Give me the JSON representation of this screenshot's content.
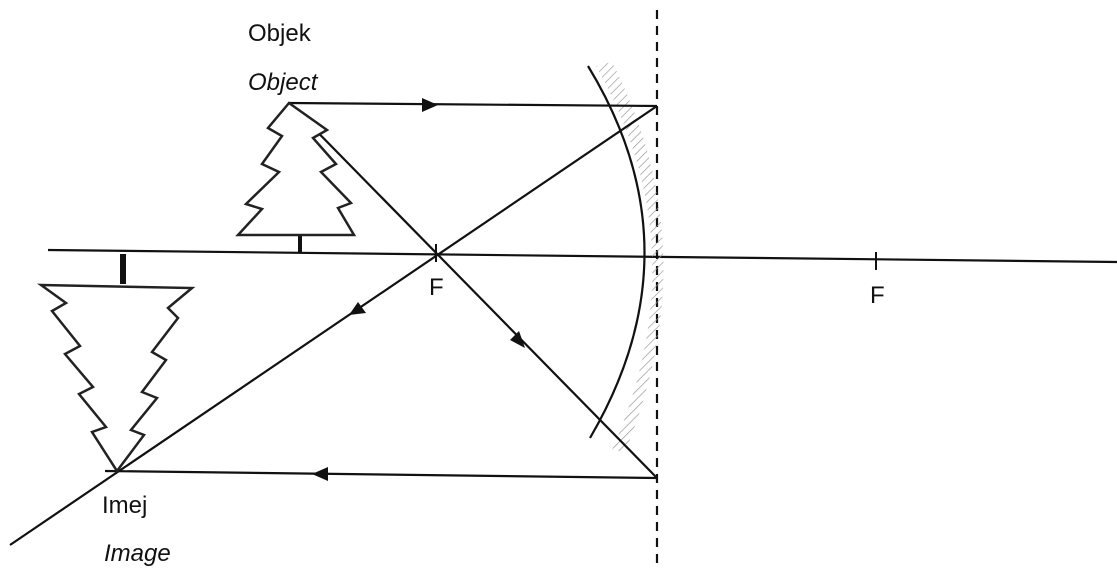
{
  "labels": {
    "object_malay": "Objek",
    "object_english": "Object",
    "image_malay": "Imej",
    "image_english": "Image",
    "focal_left": "F",
    "focal_right": "F"
  }
}
